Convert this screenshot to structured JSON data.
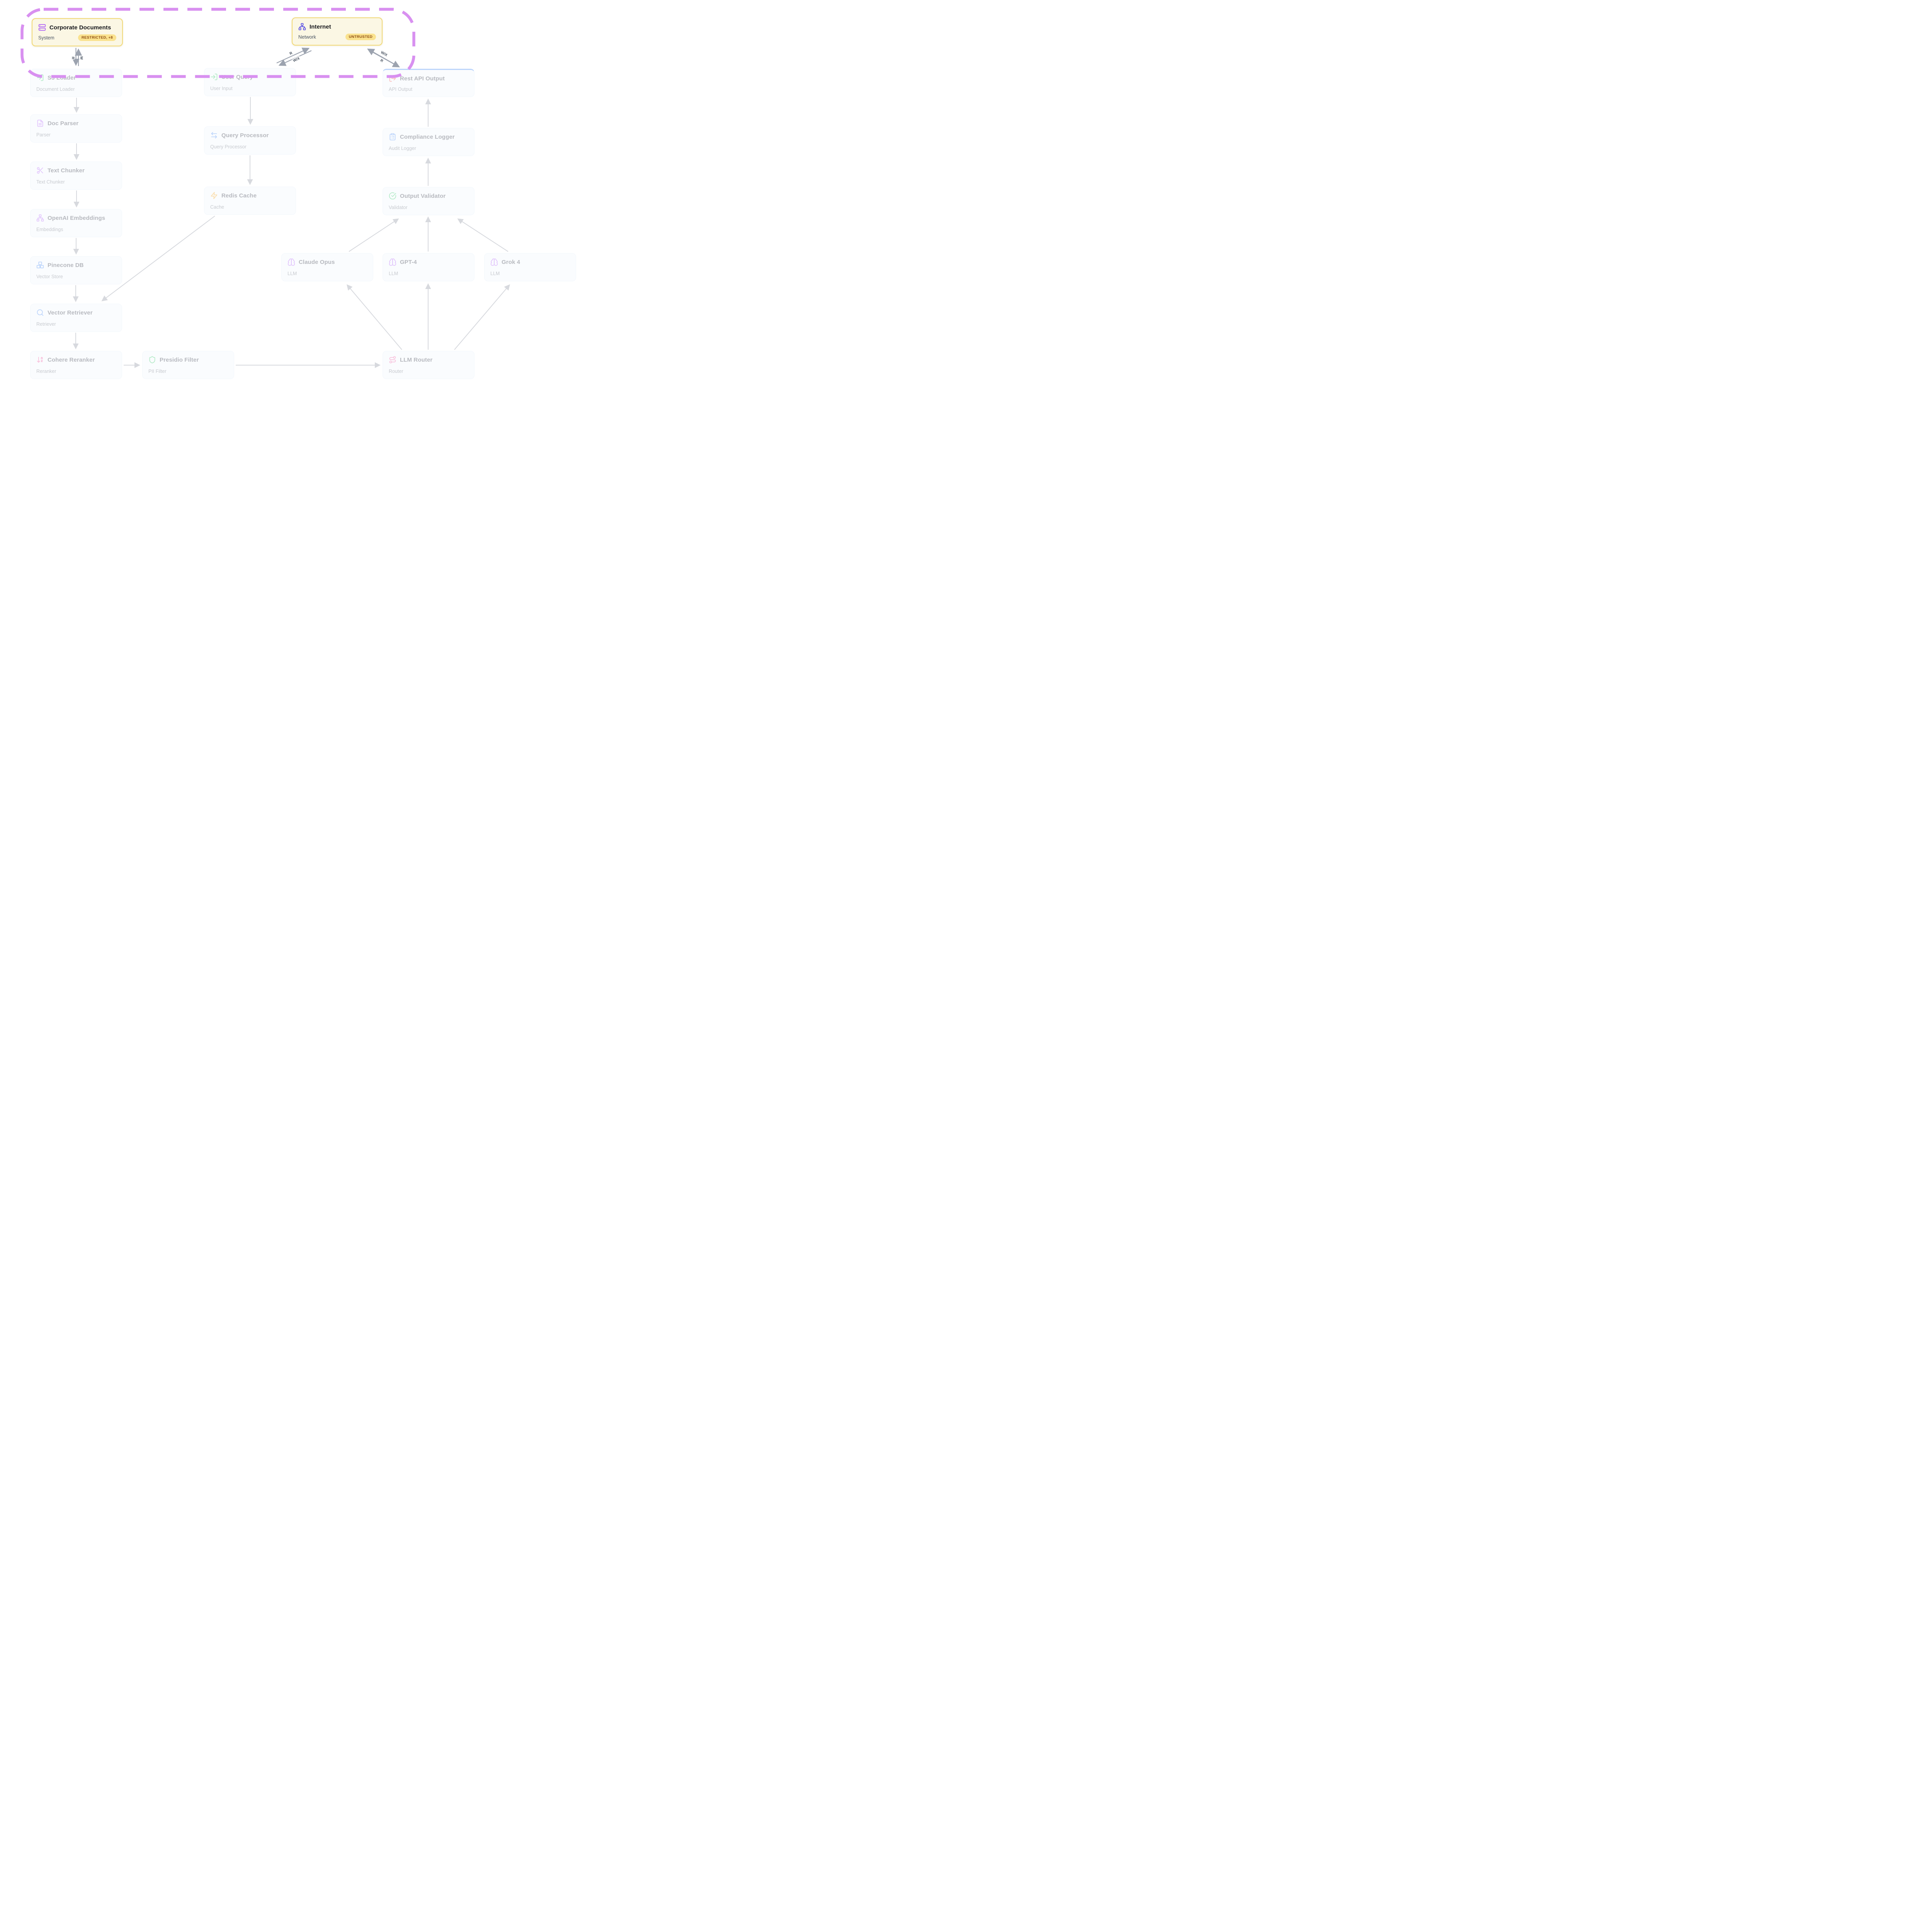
{
  "colors": {
    "trust_boundary": "#d890f0",
    "highlight_node_bg": "#fbf7e4",
    "highlight_node_border": "#f1d977",
    "badge_bg": "#fae28e",
    "badge_text": "#8f4d12",
    "edge_gray": "#9ca3af",
    "api_output_accent": "#3b82f6"
  },
  "nodes": {
    "corporate_documents": {
      "title": "Corporate Documents",
      "subtitle": "System",
      "badge": "RESTRICTED, +8",
      "icon": "server"
    },
    "internet": {
      "title": "Internet",
      "subtitle": "Network",
      "badge": "UNTRUSTED",
      "icon": "network"
    },
    "s3_loader": {
      "title": "S3 Loader",
      "subtitle": "Document Loader",
      "icon": "import"
    },
    "user_query": {
      "title": "User Query",
      "subtitle": "User Input",
      "icon": "import"
    },
    "rest_api_output": {
      "title": "Rest API Output",
      "subtitle": "API Output",
      "icon": "export"
    },
    "doc_parser": {
      "title": "Doc Parser",
      "subtitle": "Parser",
      "icon": "file-text"
    },
    "query_processor": {
      "title": "Query Processor",
      "subtitle": "Query Processor",
      "icon": "swap-arrows"
    },
    "compliance_logger": {
      "title": "Compliance Logger",
      "subtitle": "Audit Logger",
      "icon": "clipboard"
    },
    "text_chunker": {
      "title": "Text Chunker",
      "subtitle": "Text Chunker",
      "icon": "scissors"
    },
    "redis_cache": {
      "title": "Redis Cache",
      "subtitle": "Cache",
      "icon": "zap"
    },
    "output_validator": {
      "title": "Output Validator",
      "subtitle": "Validator",
      "icon": "check-circle"
    },
    "openai_embeddings": {
      "title": "OpenAI Embeddings",
      "subtitle": "Embeddings",
      "icon": "network"
    },
    "pinecone_db": {
      "title": "Pinecone DB",
      "subtitle": "Vector Store",
      "icon": "boxes"
    },
    "claude_opus": {
      "title": "Claude Opus",
      "subtitle": "LLM",
      "icon": "brain"
    },
    "gpt_4": {
      "title": "GPT-4",
      "subtitle": "LLM",
      "icon": "brain"
    },
    "grok_4": {
      "title": "Grok 4",
      "subtitle": "LLM",
      "icon": "brain"
    },
    "vector_retriever": {
      "title": "Vector Retriever",
      "subtitle": "Retriever",
      "icon": "search"
    },
    "cohere_reranker": {
      "title": "Cohere Reranker",
      "subtitle": "Reranker",
      "icon": "sort-desc"
    },
    "presidio_filter": {
      "title": "Presidio Filter",
      "subtitle": "PII Filter",
      "icon": "shield"
    },
    "llm_router": {
      "title": "LLM Router",
      "subtitle": "Router",
      "icon": "route"
    }
  },
  "edge_labels": {
    "corp_docs_read": "R",
    "corp_docs_write": "W",
    "internet_user_read": "R",
    "internet_user_write_exec": "W/X",
    "internet_api_write_exec": "W/X",
    "internet_api_read": "R"
  }
}
